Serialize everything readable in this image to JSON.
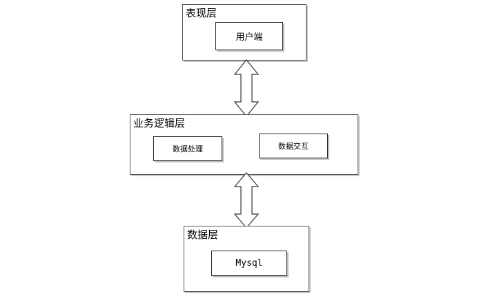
{
  "presentation_layer": {
    "title": "表现层",
    "client": "用户端"
  },
  "logic_layer": {
    "title": "业务逻辑层",
    "data_processing": "数据处理",
    "data_exchange": "数据交互"
  },
  "data_layer": {
    "title": "数据层",
    "database": "Mysql"
  }
}
